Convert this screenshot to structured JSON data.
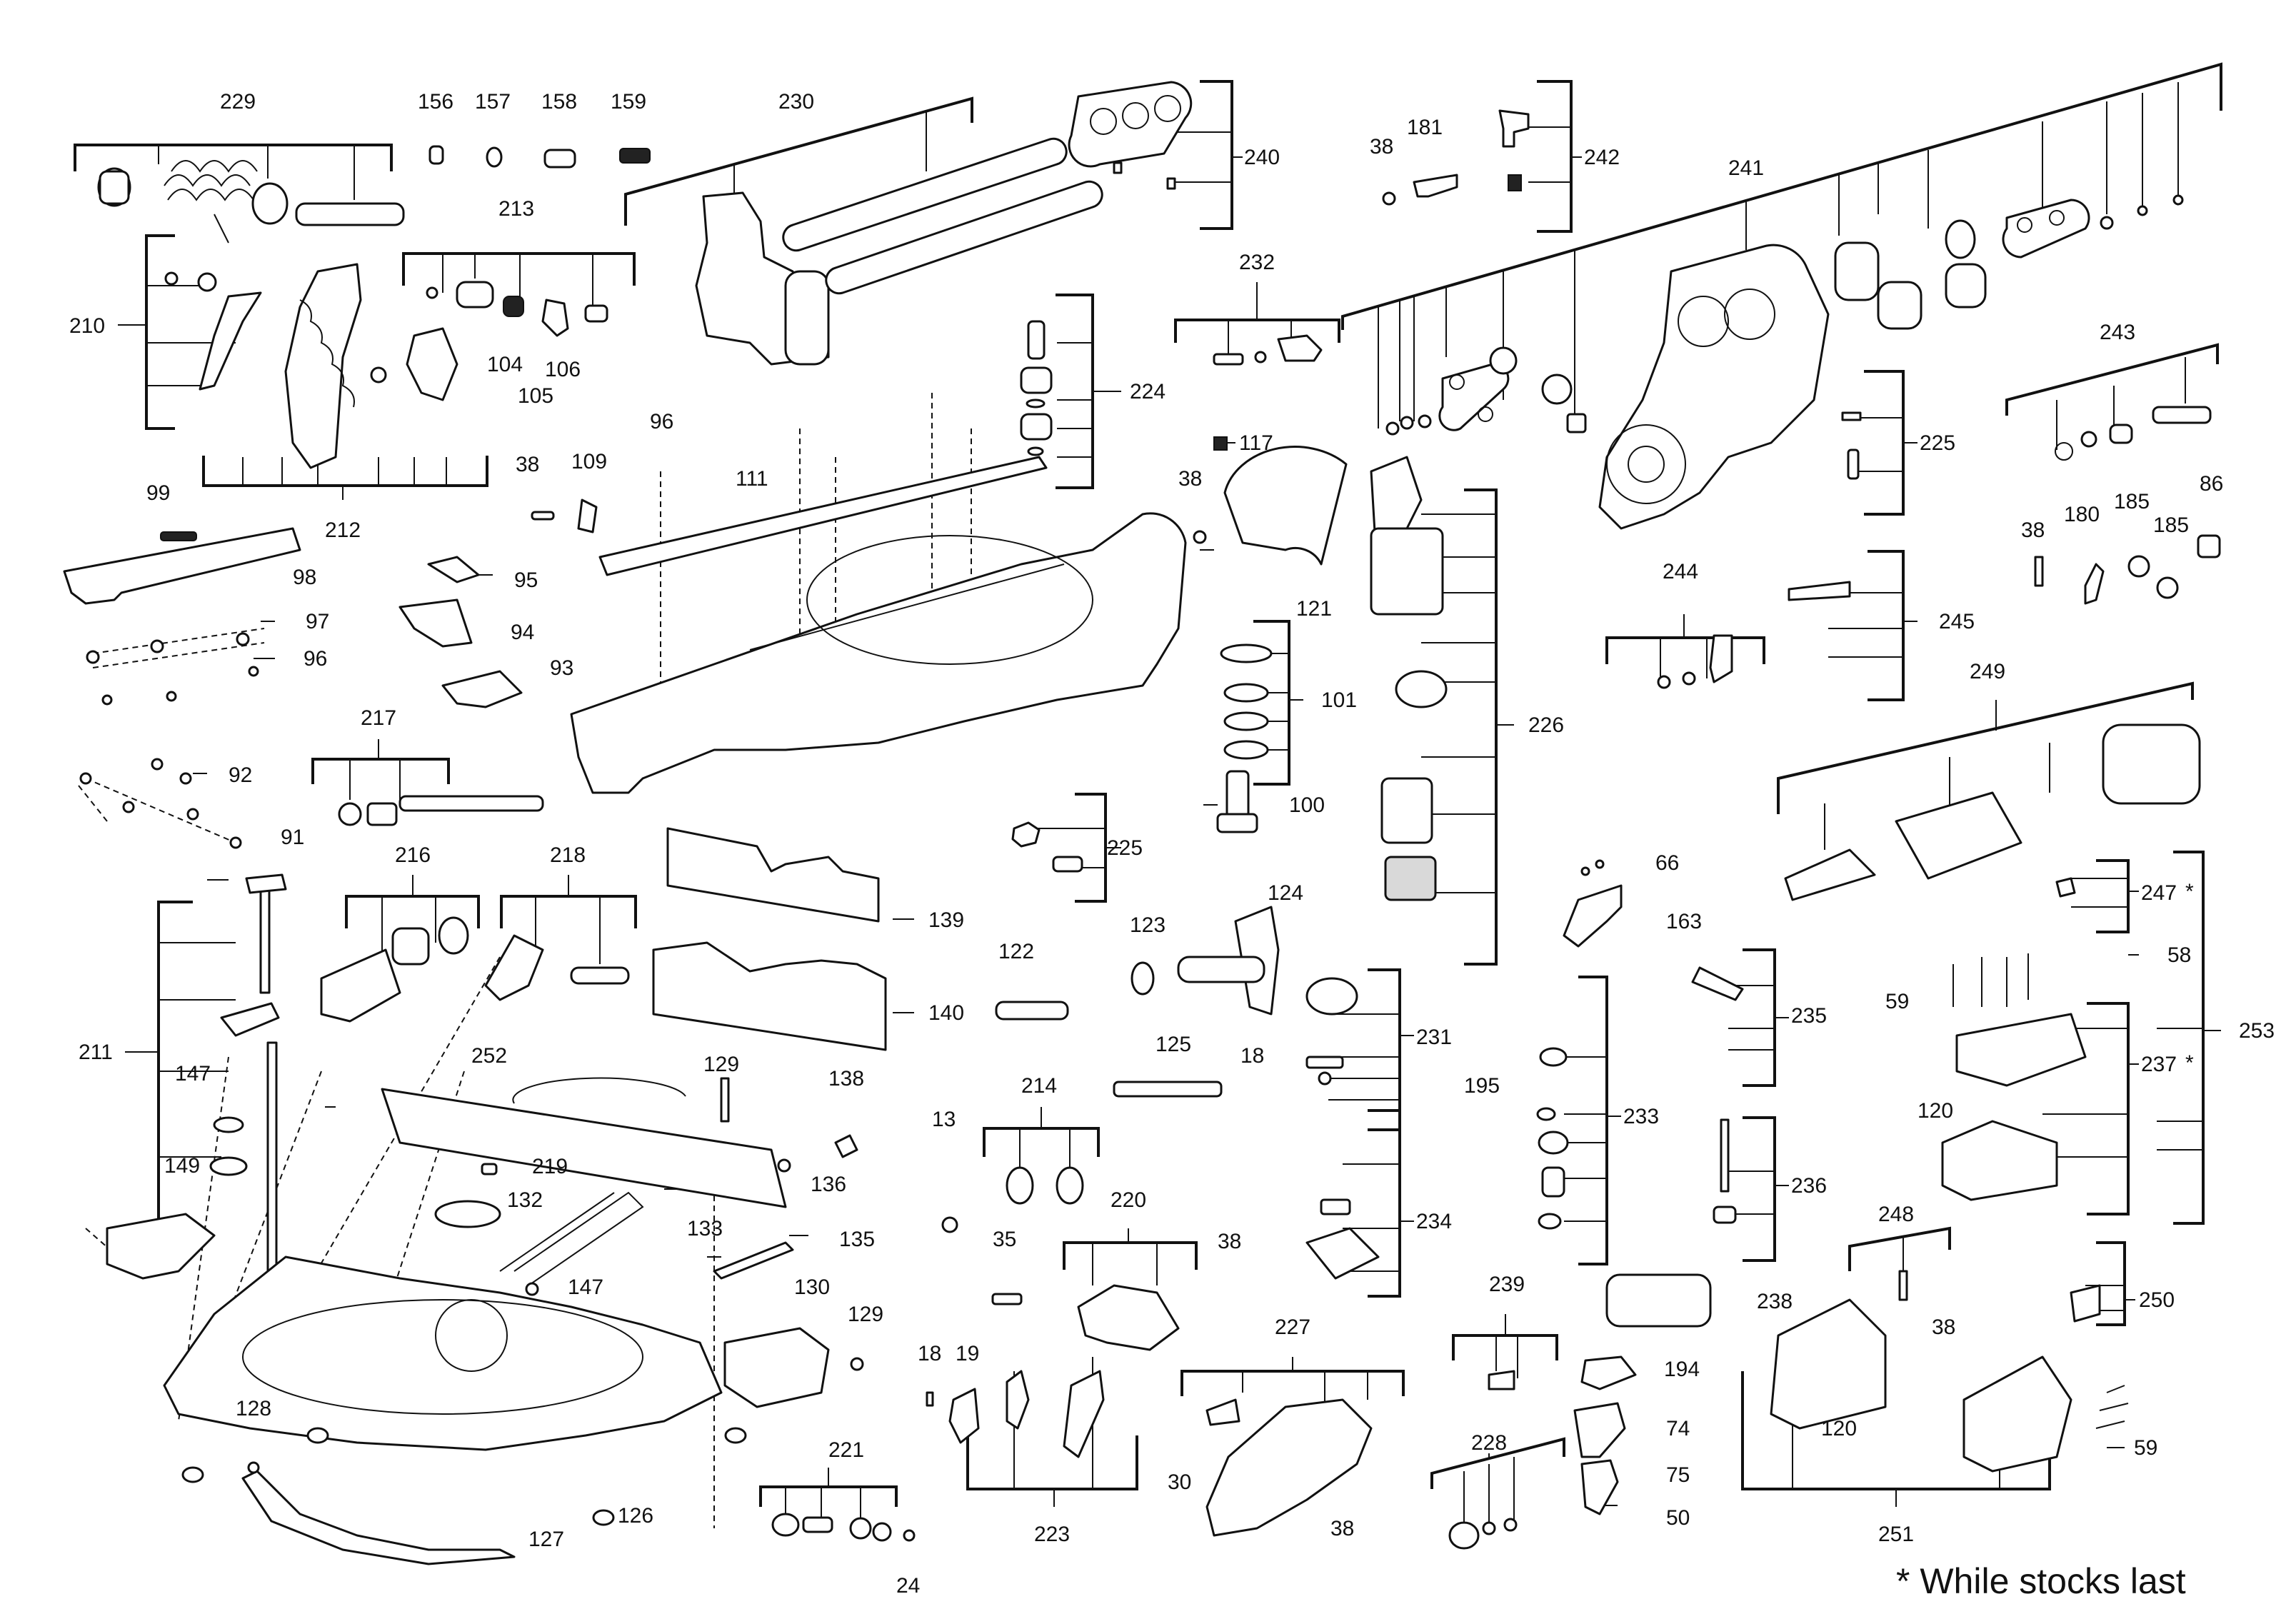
{
  "labels": {
    "p229": "229",
    "p156": "156",
    "p157": "157",
    "p158": "158",
    "p159": "159",
    "p230": "230",
    "p240": "240",
    "p38a": "38",
    "p181": "181",
    "p242": "242",
    "p241": "241",
    "p213": "213",
    "p210": "210",
    "p104": "104",
    "p105": "105",
    "p106": "106",
    "p212": "212",
    "p232": "232",
    "p224": "224",
    "p96a": "96",
    "p111": "111",
    "p117": "117",
    "p38b": "38",
    "p121": "121",
    "p243": "243",
    "p225a": "225",
    "p185a": "185",
    "p86": "86",
    "p38c": "38",
    "p180": "180",
    "p185b": "185",
    "p99": "99",
    "p98": "98",
    "p97": "97",
    "p96b": "96",
    "p38d": "38",
    "p109": "109",
    "p95": "95",
    "p94": "94",
    "p93": "93",
    "p101": "101",
    "p100": "100",
    "p226": "226",
    "p244": "244",
    "p245": "245",
    "p249": "249",
    "p217": "217",
    "p92": "92",
    "p91": "91",
    "p225b": "225",
    "p66": "66",
    "p163": "163",
    "p216": "216",
    "p218": "218",
    "p139": "139",
    "p140": "140",
    "p122": "122",
    "p123": "123",
    "p124": "124",
    "p247": "247",
    "p58": "58",
    "p253": "253",
    "p59a": "59",
    "p235": "235",
    "p237": "237",
    "p211": "211",
    "p252": "252",
    "p129a": "129",
    "p138": "138",
    "p125": "125",
    "p18a": "18",
    "p231": "231",
    "p147a": "147",
    "p195": "195",
    "p233": "233",
    "p120a": "120",
    "p149": "149",
    "p219": "219",
    "p136": "136",
    "p13": "13",
    "p214": "214",
    "p236": "236",
    "p132": "132",
    "p133": "133",
    "p135": "135",
    "p220": "220",
    "p35": "35",
    "p38e": "38",
    "p234": "234",
    "p248": "248",
    "p147b": "147",
    "p130": "130",
    "p238": "238",
    "p250": "250",
    "p239": "239",
    "p227": "227",
    "p38f": "38",
    "p129b": "129",
    "p18b": "18",
    "p19": "19",
    "p194": "194",
    "p120b": "120",
    "p128": "128",
    "p74": "74",
    "p221": "221",
    "p30": "30",
    "p38g": "38",
    "p228": "228",
    "p75": "75",
    "p59b": "59",
    "p126": "126",
    "p127": "127",
    "p223": "223",
    "p50": "50",
    "p251": "251",
    "p24": "24",
    "star247": "*",
    "star237": "*"
  },
  "footnote": "* While stocks last"
}
